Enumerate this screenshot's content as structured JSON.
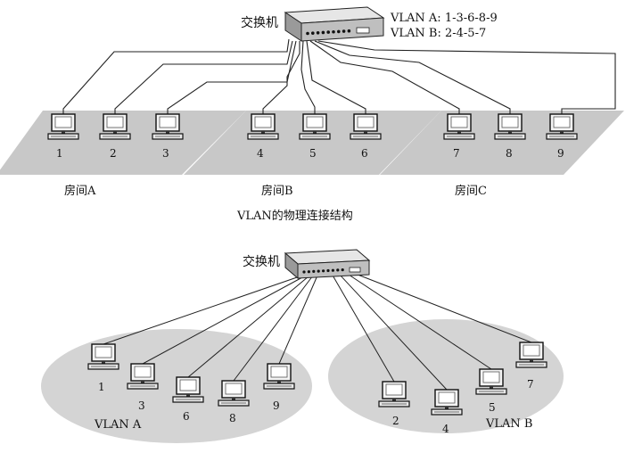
{
  "top": {
    "switch_label": "交换机",
    "vlan_a_assign": "VLAN A:  1-3-6-8-9",
    "vlan_b_assign": "VLAN B:  2-4-5-7",
    "rooms": [
      {
        "label": "房间A",
        "pcs": [
          "1",
          "2",
          "3"
        ]
      },
      {
        "label": "房间B",
        "pcs": [
          "4",
          "5",
          "6"
        ]
      },
      {
        "label": "房间C",
        "pcs": [
          "7",
          "8",
          "9"
        ]
      }
    ],
    "caption": "VLAN的物理连接结构"
  },
  "bottom": {
    "switch_label": "交换机",
    "groups": [
      {
        "label": "VLAN A",
        "pcs": [
          "1",
          "3",
          "6",
          "8",
          "9"
        ]
      },
      {
        "label": "VLAN B",
        "pcs": [
          "2",
          "4",
          "5",
          "7"
        ]
      }
    ]
  },
  "colors": {
    "room_fill": "#c8c8c8",
    "ellipse_fill": "#d4d4d4",
    "switch_fill": "#bfbfbf",
    "line": "#222222"
  }
}
